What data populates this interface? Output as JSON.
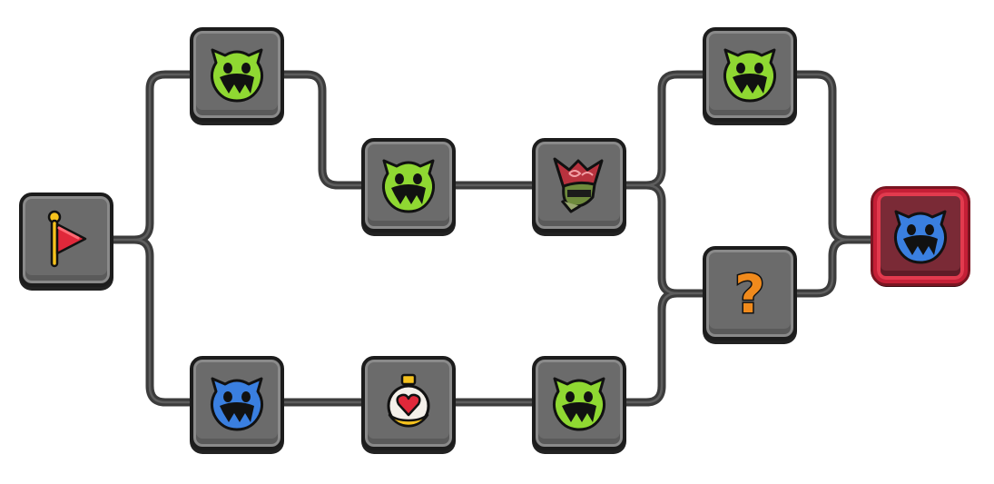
{
  "map": {
    "nodes": [
      {
        "id": "start",
        "icon": "start-flag-icon",
        "type": "start"
      },
      {
        "id": "top-1",
        "icon": "green-monster-icon",
        "type": "battle"
      },
      {
        "id": "mid-1",
        "icon": "green-monster-icon",
        "type": "battle"
      },
      {
        "id": "mid-2",
        "icon": "elite-enemy-icon",
        "type": "elite"
      },
      {
        "id": "top-2",
        "icon": "green-monster-icon",
        "type": "battle"
      },
      {
        "id": "bot-1",
        "icon": "blue-monster-icon",
        "type": "battle"
      },
      {
        "id": "bot-2",
        "icon": "heart-potion-icon",
        "type": "heal"
      },
      {
        "id": "bot-3",
        "icon": "green-monster-icon",
        "type": "battle"
      },
      {
        "id": "mystery",
        "icon": "question-mark-icon",
        "type": "mystery"
      },
      {
        "id": "boss",
        "icon": "blue-monster-icon",
        "type": "boss"
      }
    ],
    "mystery_glyph": "?",
    "colors": {
      "path": "#3e3e3e",
      "node_bg": "#6b6b6b",
      "boss_border": "#c51f36",
      "green_monster": "#8fd832",
      "blue_monster": "#3a7fe0",
      "mystery": "#f08a1c"
    }
  }
}
